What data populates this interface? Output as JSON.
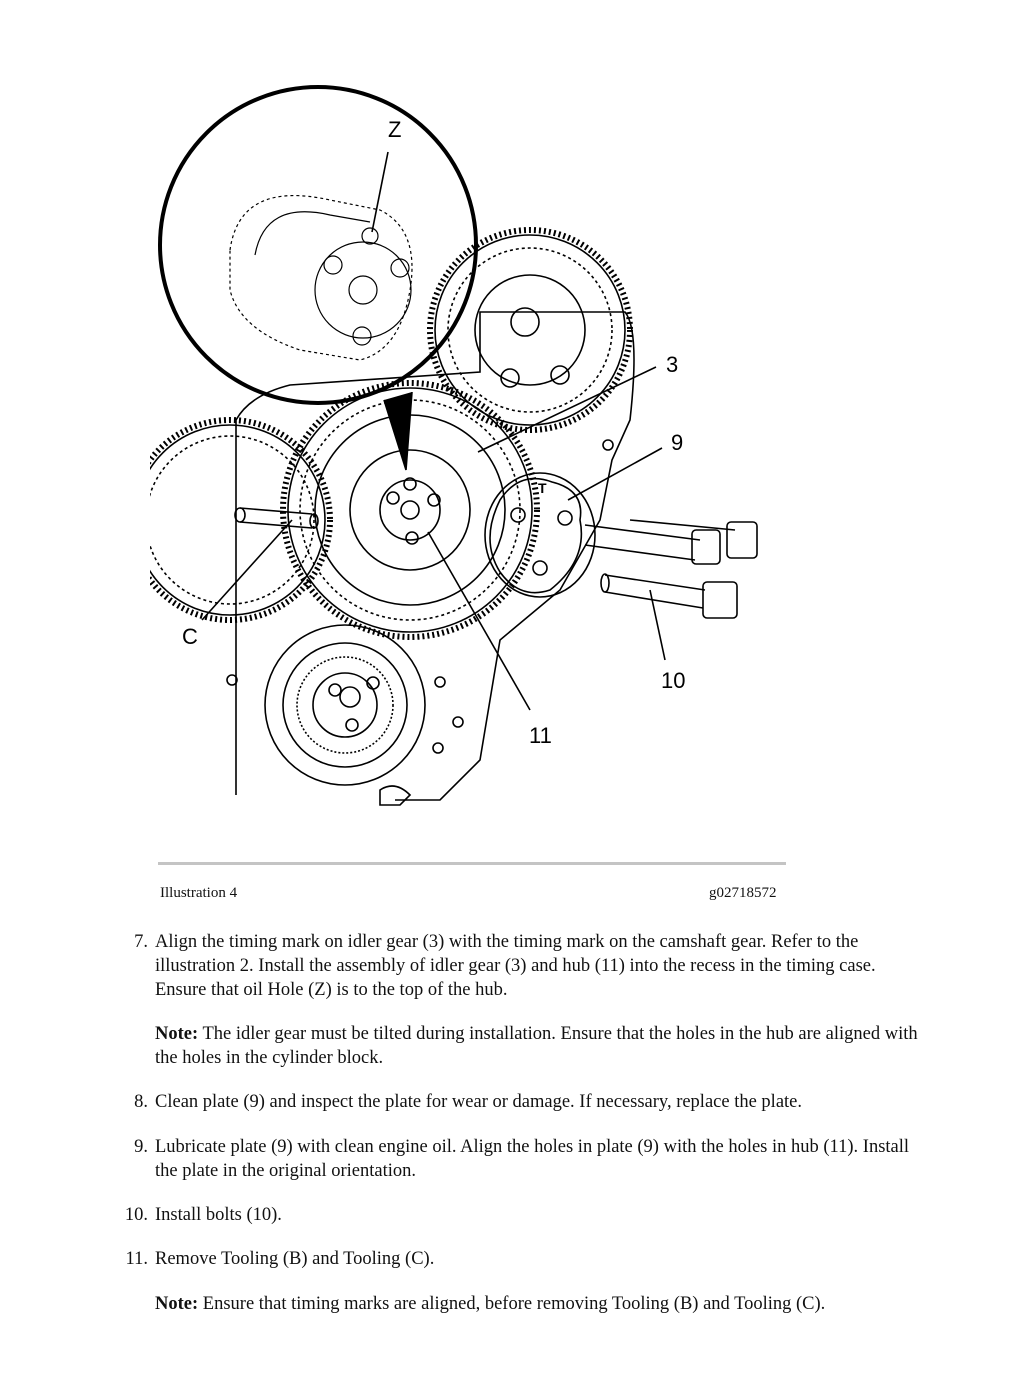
{
  "illustration": {
    "callouts": {
      "z": "Z",
      "three": "3",
      "nine": "9",
      "c": "C",
      "ten": "10",
      "eleven": "11"
    },
    "plate_mark": "T"
  },
  "caption": {
    "label": "Illustration 4",
    "code": "g02718572"
  },
  "steps": [
    {
      "num": "7.",
      "text": "Align the timing mark on idler gear (3) with the timing mark on the camshaft gear. Refer to the illustration 2. Install the assembly of idler gear (3) and hub (11) into the recess in the timing case. Ensure that oil Hole (Z) is to the top of the hub."
    },
    {
      "num": "8.",
      "text": "Clean plate (9) and inspect the plate for wear or damage. If necessary, replace the plate."
    },
    {
      "num": "9.",
      "text": "Lubricate plate (9) with clean engine oil. Align the holes in plate (9) with the holes in hub (11). Install the plate in the original orientation."
    },
    {
      "num": "10.",
      "text": "Install bolts (10)."
    },
    {
      "num": "11.",
      "text": "Remove Tooling (B) and Tooling (C)."
    }
  ],
  "notes": [
    {
      "label": "Note:",
      "text": "The idler gear must be tilted during installation. Ensure that the holes in the hub are aligned with the holes in the cylinder block."
    },
    {
      "label": "Note:",
      "text": "Ensure that timing marks are aligned, before removing Tooling (B) and Tooling (C)."
    }
  ]
}
